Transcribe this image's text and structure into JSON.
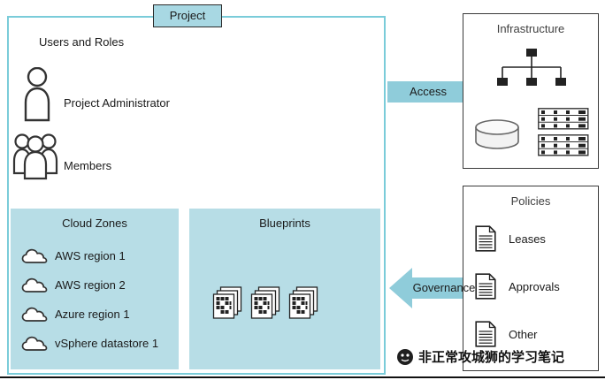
{
  "colors": {
    "panel_fill": "#b7dde6",
    "tab_fill": "#a8d8e3",
    "arrow_fill": "#8fccda",
    "project_border": "#7accd9"
  },
  "project": {
    "tab_label": "Project",
    "users_and_roles_title": "Users and Roles",
    "roles": [
      {
        "label": "Project Administrator"
      },
      {
        "label": "Members"
      }
    ],
    "cloud_zones": {
      "title": "Cloud Zones",
      "items": [
        "AWS region 1",
        "AWS region 2",
        "Azure region 1",
        "vSphere datastore 1"
      ]
    },
    "blueprints": {
      "title": "Blueprints"
    }
  },
  "arrows": {
    "access": "Access",
    "governance": "Governance"
  },
  "infrastructure": {
    "title": "Infrastructure"
  },
  "policies": {
    "title": "Policies",
    "items": [
      "Leases",
      "Approvals",
      "Other"
    ]
  },
  "watermark": {
    "text": "非正常攻城狮的学习笔记"
  }
}
